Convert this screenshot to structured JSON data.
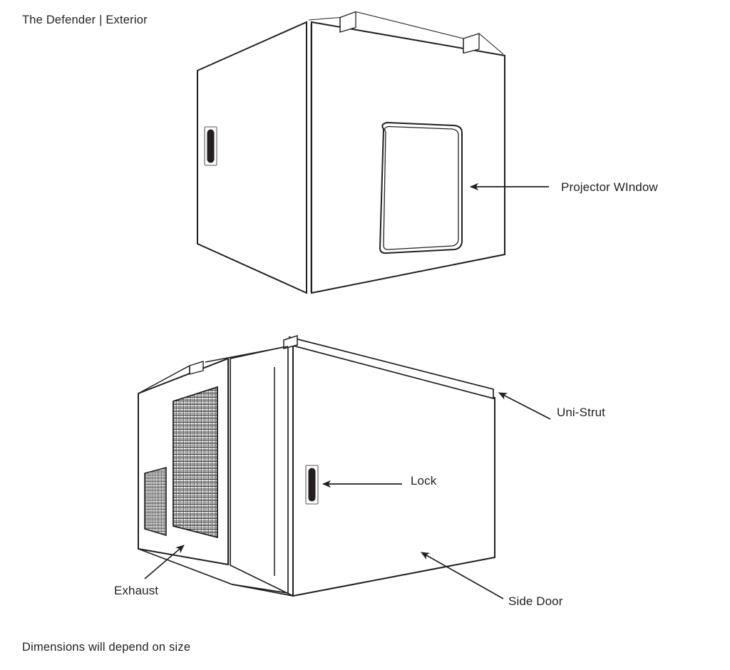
{
  "document": {
    "title": "The Defender | Exterior",
    "footer_note": "Dimensions will depend on size",
    "line_color": "#231f20",
    "background_color": "#ffffff"
  },
  "views": [
    {
      "id": "exterior-front-view",
      "name": "Upper enclosure isometric view",
      "callouts": [
        {
          "id": "projector-window",
          "label": "Projector WIndow",
          "arrow": "left",
          "target": "projector window opening on front panel"
        }
      ],
      "features": [
        "uni-strut mounting tabs",
        "door lock",
        "projector window",
        "front door panel",
        "side panel"
      ]
    },
    {
      "id": "exterior-rear-view",
      "name": "Lower enclosure isometric view",
      "callouts": [
        {
          "id": "uni-strut",
          "label": "Uni-Strut",
          "arrow": "up-left",
          "target": "top rail of enclosure"
        },
        {
          "id": "lock",
          "label": "Lock",
          "arrow": "left",
          "target": "lock plate on side door"
        },
        {
          "id": "exhaust",
          "label": "Exhaust",
          "arrow": "up-right",
          "target": "mesh exhaust grille"
        },
        {
          "id": "side-door",
          "label": "Side Door",
          "arrow": "up-left",
          "target": "large side door panel"
        }
      ],
      "features": [
        "uni-strut rail",
        "mesh exhaust grilles",
        "door lock",
        "side door"
      ]
    }
  ],
  "labels": {
    "projector_window": "Projector WIndow",
    "uni_strut": "Uni-Strut",
    "lock": "Lock",
    "exhaust": "Exhaust",
    "side_door": "Side Door"
  }
}
